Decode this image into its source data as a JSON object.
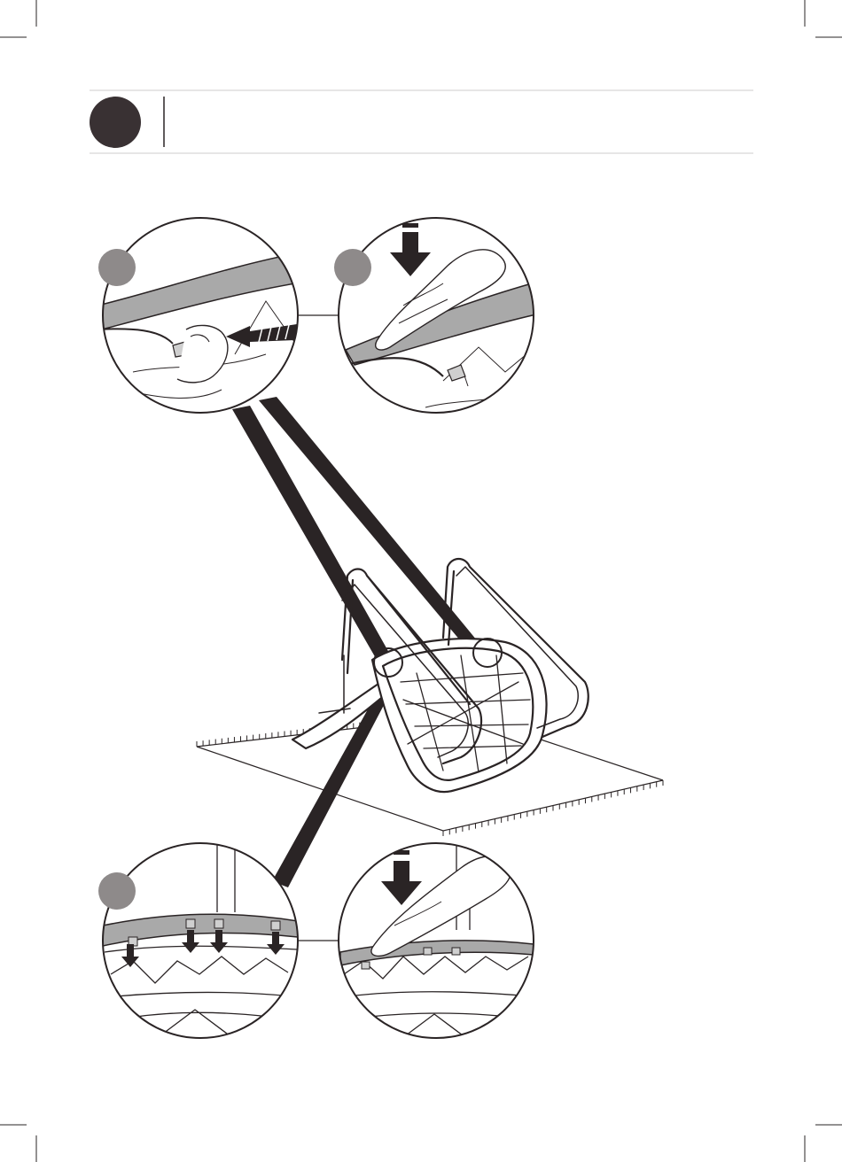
{
  "page": {
    "background": "#ffffff",
    "line_color": "#2a2425",
    "step_badge_color": "#393133",
    "sub_badge_color": "#8e8a8a",
    "panel_fill_color": "#a9a9a9"
  },
  "header": {
    "step_badge": {
      "shape": "filled-circle",
      "label": ""
    },
    "title": ""
  },
  "details": [
    {
      "id": "detail-top-left",
      "badge_label": "",
      "icon": "hand-pushing-clip-icon"
    },
    {
      "id": "detail-top-right",
      "badge_label": "",
      "icon": "hand-pressing-edge-icon"
    },
    {
      "id": "detail-bottom-left",
      "badge_label": "",
      "icon": "clips-inserting-icon"
    },
    {
      "id": "detail-bottom-right",
      "badge_label": "",
      "icon": "hand-pressing-rim-icon"
    }
  ],
  "main_illustration": {
    "icon": "upturned-chair-on-mat-icon"
  }
}
